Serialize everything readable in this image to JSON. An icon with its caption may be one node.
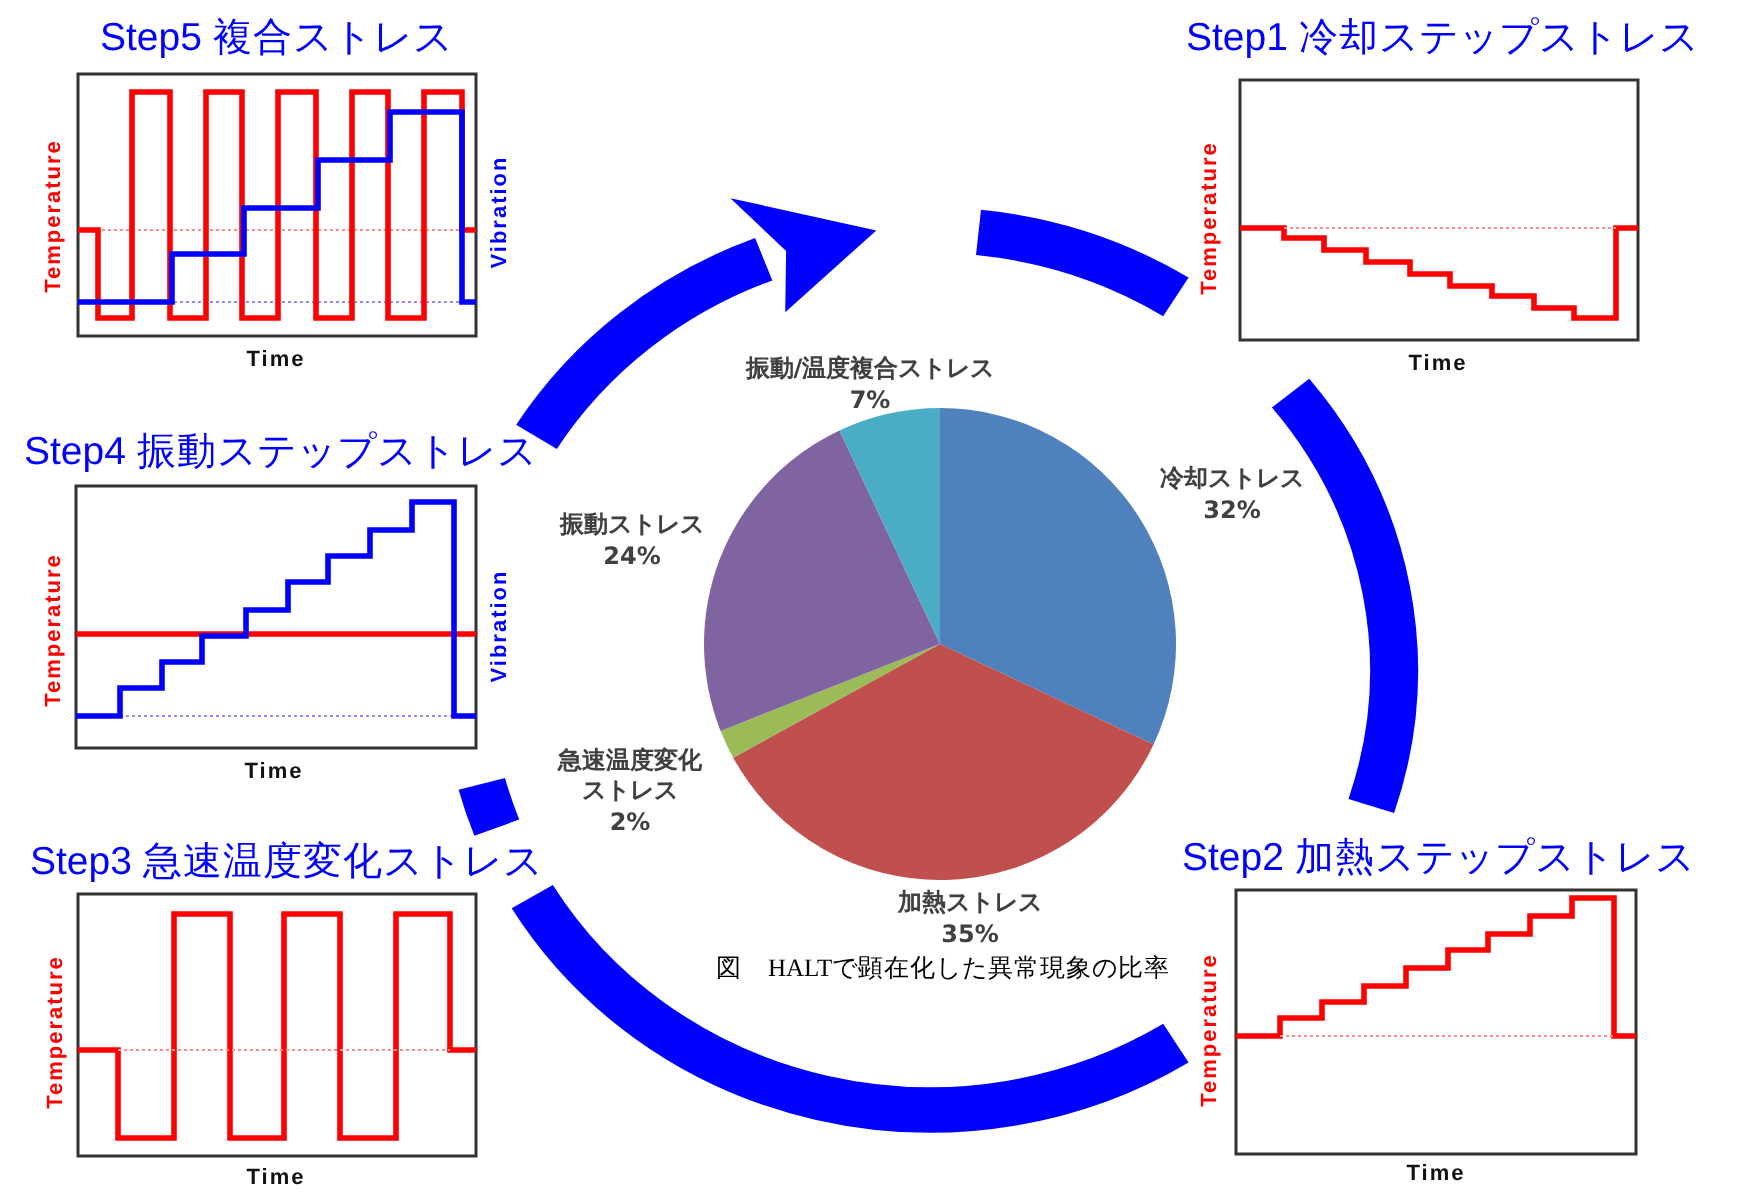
{
  "diagram": {
    "caption": "図　HALTで顕在化した異常現象の比率",
    "nodes": [
      {
        "text": [
          "Step1 冷却ステップストレス",
          "Temperature",
          "Time"
        ]
      },
      {
        "text": [
          "Step2 加熱ステップストレス",
          "Temperature",
          "Time"
        ]
      },
      {
        "text": [
          "Step3 急速温度変化ストレス",
          "Temperature",
          "Time"
        ]
      },
      {
        "text": [
          "Step4 振動ステップストレス",
          "Temperature",
          "Vibration",
          "Time"
        ]
      },
      {
        "text": [
          "Step5 複合ストレス",
          "Temperature",
          "Vibration",
          "Time"
        ]
      }
    ],
    "edges": [
      {
        "from": 3,
        "to": 0,
        "arrow": "to"
      },
      {
        "from": null,
        "to": 0,
        "arrow": "none"
      },
      {
        "from": 0,
        "to": 1,
        "arrow": "none"
      },
      {
        "from": 1,
        "to": 2,
        "arrow": "none"
      },
      {
        "from": 2,
        "to": 3,
        "arrow": "none"
      }
    ],
    "chart_data": {
      "type": "pie",
      "categories": [
        "冷却ストレス",
        "加熱ストレス",
        "急速温度変化ストレス",
        "振動ストレス",
        "振動/温度複合ストレス"
      ],
      "values": [
        32,
        35,
        2,
        24,
        7
      ],
      "value_labels": [
        "32%",
        "35%",
        "2%",
        "24%",
        "7%"
      ]
    }
  }
}
